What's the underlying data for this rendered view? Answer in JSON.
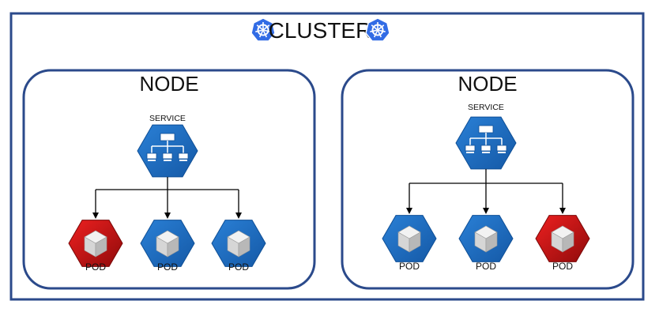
{
  "cluster": {
    "title": "CLUSTER",
    "icon": "kubernetes-helm-icon",
    "border_color": "#2b4a8b"
  },
  "colors": {
    "healthy_hex": "#1f6fc3",
    "healthy_hex_dark": "#1559a6",
    "failed_hex": "#d81818",
    "failed_hex_dark": "#8f0b0b",
    "node_border": "#2b4a8b",
    "cube_face": "#d9d9d9"
  },
  "nodes": [
    {
      "title": "NODE",
      "service": {
        "label": "SERVICE",
        "icon": "network-hierarchy-icon"
      },
      "pods": [
        {
          "label": "POD",
          "status": "failed",
          "icon": "cube-icon"
        },
        {
          "label": "POD",
          "status": "healthy",
          "icon": "cube-icon"
        },
        {
          "label": "POD",
          "status": "healthy",
          "icon": "cube-icon"
        }
      ]
    },
    {
      "title": "NODE",
      "service": {
        "label": "SERVICE",
        "icon": "network-hierarchy-icon"
      },
      "pods": [
        {
          "label": "POD",
          "status": "healthy",
          "icon": "cube-icon"
        },
        {
          "label": "POD",
          "status": "healthy",
          "icon": "cube-icon"
        },
        {
          "label": "POD",
          "status": "failed",
          "icon": "cube-icon"
        }
      ]
    }
  ]
}
